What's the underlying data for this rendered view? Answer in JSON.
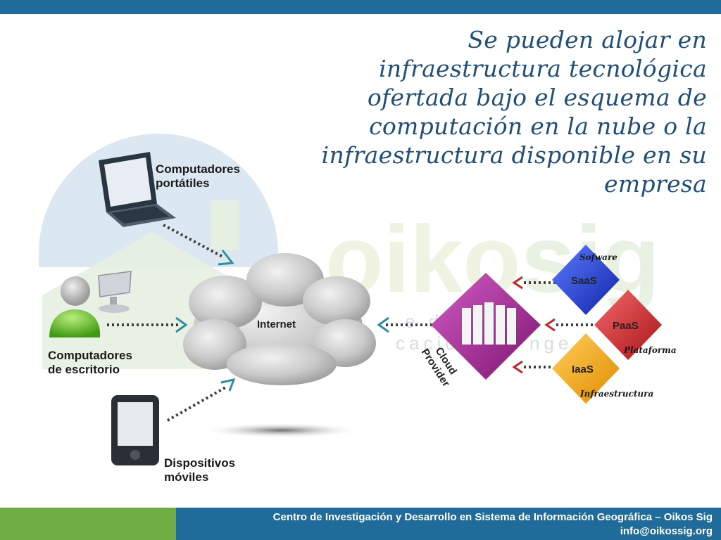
{
  "headline": "Se pueden alojar en infraestructura tecnológica ofertada bajo el esquema de computación en la nube o la infraestructura disponible en su empresa",
  "watermark": {
    "brand_a": "oikos",
    "brand_b": "sig",
    "tagline_a": "e d",
    "tagline_b": "cacio",
    "tagline_c": "nge"
  },
  "diagram": {
    "laptop": {
      "line1": "Computadores",
      "line2": "portátiles"
    },
    "desktop": {
      "line1": "Computadores",
      "line2": "de escritorio"
    },
    "mobile": {
      "line1": "Dispositivos",
      "line2": "móviles"
    },
    "cloud_label": "Internet",
    "provider": {
      "line1": "Cloud",
      "line2": "Provider"
    },
    "saas": {
      "tag": "Sofware",
      "label": "SaaS"
    },
    "paas": {
      "tag": "Plataforma",
      "label": "PaaS"
    },
    "iaas": {
      "tag": "Infraestructura",
      "label": "IaaS"
    }
  },
  "colors": {
    "top_bar": "#1f6b9a",
    "headline_text": "#1f4e79",
    "footer_bar": "#1f6b9a",
    "footer_accent": "#6fae45",
    "provider": "#a02a8e",
    "saas": "#1f3fd6",
    "paas": "#d8282b",
    "iaas": "#f2a21a"
  },
  "footer": {
    "line1": "Centro de Investigación y Desarrollo en Sistema de Información Geográfica – Oikos Sig",
    "line2": "info@oikossig.org"
  }
}
